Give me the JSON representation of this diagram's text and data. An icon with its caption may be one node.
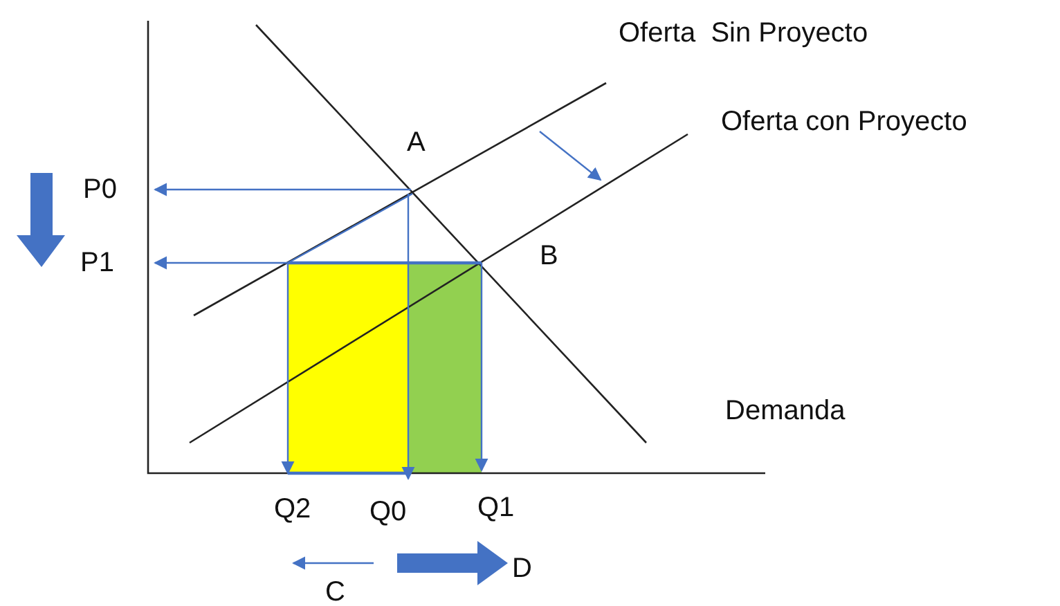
{
  "diagram": {
    "labels": [
      "Oferta  Sin Proyecto",
      "Oferta con Proyecto",
      "A",
      "P0",
      "P1",
      "B",
      "Demanda",
      "Q2",
      "Q0",
      "Q1",
      "D",
      "C"
    ]
  }
}
